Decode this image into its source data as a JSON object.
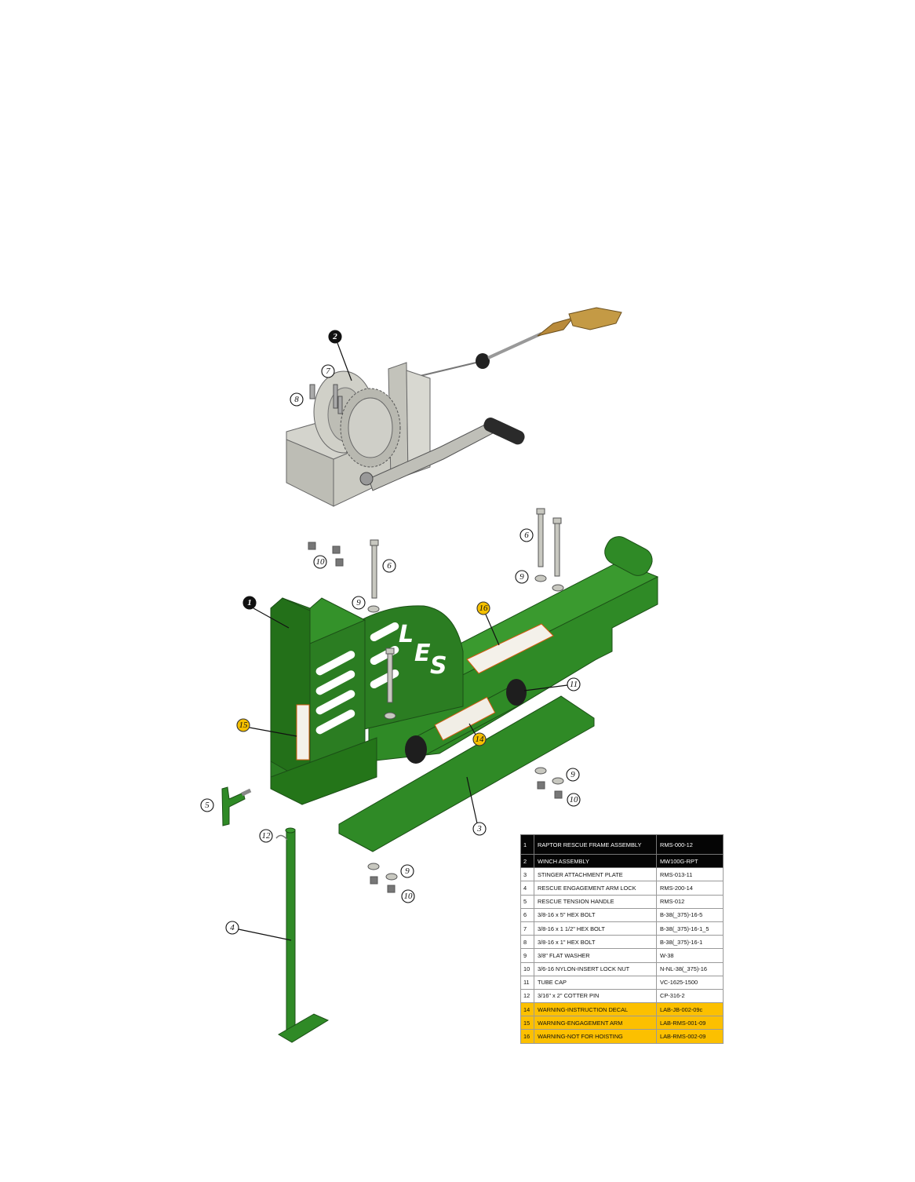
{
  "callouts": {
    "c1": "1",
    "c2": "2",
    "c3": "3",
    "c4": "4",
    "c5": "5",
    "c6a": "6",
    "c6b": "6",
    "c7": "7",
    "c8": "8",
    "c9a": "9",
    "c9b": "9",
    "c9c": "9",
    "c9d": "9",
    "c10a": "10",
    "c10b": "10",
    "c10c": "10",
    "c11": "11",
    "c12": "12",
    "c14": "14",
    "c15": "15",
    "c16": "16"
  },
  "bom": [
    {
      "num": "1",
      "desc": "RAPTOR RESCUE FRAME ASSEMBLY",
      "part": "RMS-000-12",
      "style": "black"
    },
    {
      "num": "2",
      "desc": "WINCH ASSEMBLY",
      "part": "MW100G-RPT",
      "style": "black"
    },
    {
      "num": "3",
      "desc": "STINGER ATTACHMENT PLATE",
      "part": "RMS-013-11",
      "style": "plain"
    },
    {
      "num": "4",
      "desc": "RESCUE ENGAGEMENT ARM LOCK",
      "part": "RMS-200-14",
      "style": "plain"
    },
    {
      "num": "5",
      "desc": "RESCUE TENSION HANDLE",
      "part": "RMS-012",
      "style": "plain"
    },
    {
      "num": "6",
      "desc": "3/8-16 x 5\" HEX BOLT",
      "part": "B-38(_375)-16-5",
      "style": "plain"
    },
    {
      "num": "7",
      "desc": "3/8-16 x 1 1/2\" HEX BOLT",
      "part": "B-38(_375)-16-1_5",
      "style": "plain"
    },
    {
      "num": "8",
      "desc": "3/8-16 x 1\" HEX BOLT",
      "part": "B-38(_375)-16-1",
      "style": "plain"
    },
    {
      "num": "9",
      "desc": "3/8\" FLAT WASHER",
      "part": "W-38",
      "style": "plain"
    },
    {
      "num": "10",
      "desc": "3/6-16 NYLON-INSERT LOCK NUT",
      "part": "N-NL-38(_375)-16",
      "style": "plain"
    },
    {
      "num": "11",
      "desc": "TUBE CAP",
      "part": "VC-1625-1500",
      "style": "plain"
    },
    {
      "num": "12",
      "desc": "3/16\" x 2\" COTTER PIN",
      "part": "CP-316-2",
      "style": "plain"
    },
    {
      "num": "14",
      "desc": "WARNING-INSTRUCTION DECAL",
      "part": "LAB-JB-002-09c",
      "style": "yellow"
    },
    {
      "num": "15",
      "desc": "WARNING-ENGAGEMENT ARM",
      "part": "LAB-RMS-001-09",
      "style": "yellow"
    },
    {
      "num": "16",
      "desc": "WARNING-NOT FOR HOISTING",
      "part": "LAB-RMS-002-09",
      "style": "yellow"
    }
  ],
  "colors": {
    "frame_green": "#2b7a22",
    "highlight_yellow": "#fcc000",
    "header_black": "#050505",
    "steel_gray": "#c9c9c2"
  }
}
